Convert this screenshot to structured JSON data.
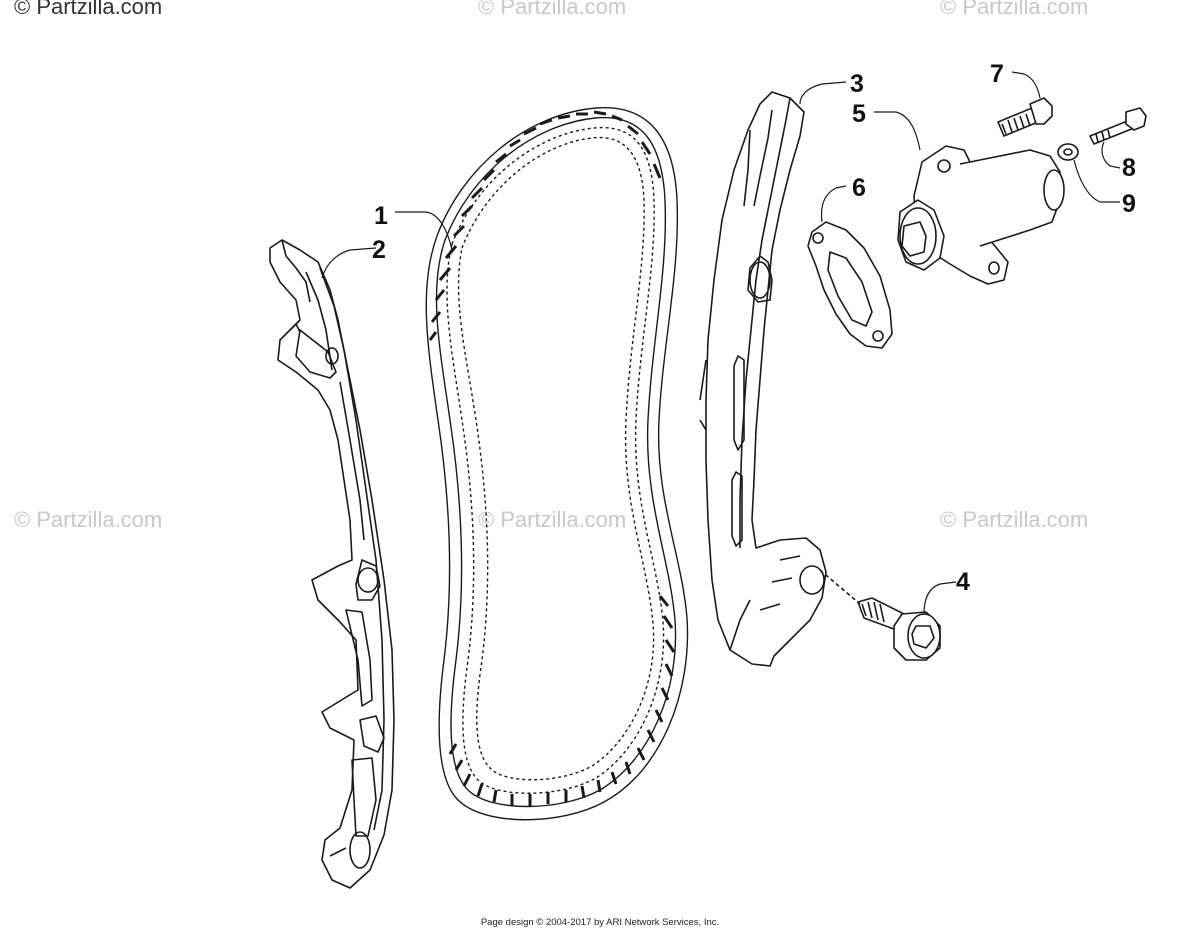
{
  "watermark": {
    "text": "© Partzilla.com",
    "color": "#c8c8c8"
  },
  "callouts": [
    {
      "id": "1",
      "part": "cam-chain"
    },
    {
      "id": "2",
      "part": "chain-guide-left"
    },
    {
      "id": "3",
      "part": "chain-tensioner-guide"
    },
    {
      "id": "4",
      "part": "guide-pivot-bolt"
    },
    {
      "id": "5",
      "part": "cam-chain-tensioner"
    },
    {
      "id": "6",
      "part": "tensioner-gasket"
    },
    {
      "id": "7",
      "part": "tensioner-cap-bolt"
    },
    {
      "id": "8",
      "part": "tensioner-mount-bolt"
    },
    {
      "id": "9",
      "part": "washer"
    }
  ],
  "footer": {
    "text": "Page design © 2004-2017 by ARI Network Services, Inc."
  },
  "colors": {
    "line": "#1a1a1a",
    "background": "#ffffff"
  }
}
